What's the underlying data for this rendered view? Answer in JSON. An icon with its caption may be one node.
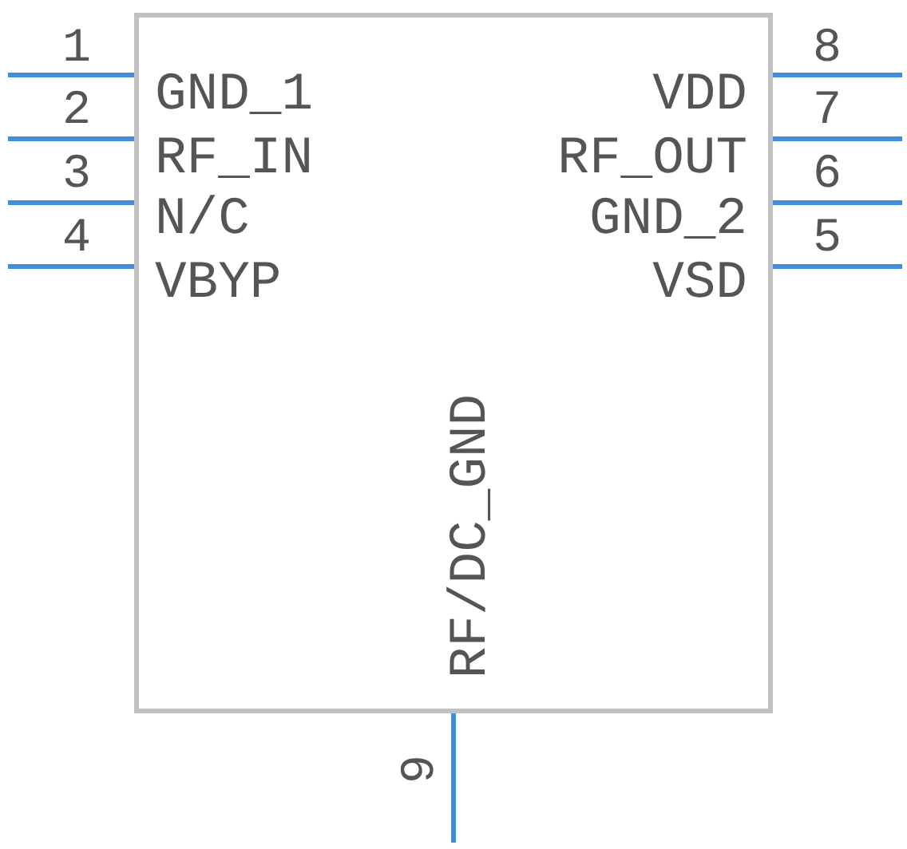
{
  "diagram": {
    "nodes": [
      {
        "text": [
          "GND_1",
          "VDD",
          "RF_IN",
          "RF_OUT",
          "N/C",
          "GND_2",
          "VBYP",
          "VSD",
          "RF/DC_GND"
        ]
      }
    ],
    "labels": [
      "1",
      "8",
      "2",
      "7",
      "3",
      "6",
      "4",
      "5",
      "9"
    ]
  }
}
